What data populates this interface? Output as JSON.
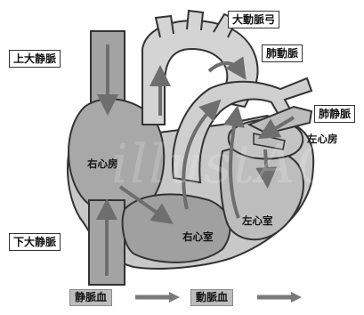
{
  "labels": {
    "aortic_arch": "大動脈弓",
    "pulmonary_artery": "肺動脈",
    "pulmonary_vein": "肺静脈",
    "left_atrium": "左心房",
    "superior_vena_cava": "上大静脈",
    "inferior_vena_cava": "下大静脈",
    "right_atrium": "右心房",
    "right_ventricle": "右心室",
    "left_ventricle": "左心室"
  },
  "legend": {
    "venous_blood": "静脈血",
    "arterial_blood": "動脈血"
  },
  "watermark": "illustAC",
  "colors": {
    "venous": "#9a9a9a",
    "arterial": "#d2d2d2",
    "outline": "#333333",
    "flow_arrow": "#6e6e6e"
  }
}
